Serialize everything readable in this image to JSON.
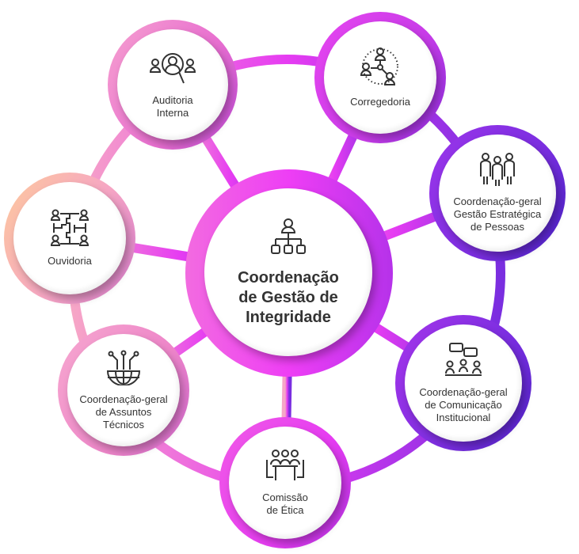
{
  "center": {
    "label": "Coordenação\nde Gestão de\nIntegridade",
    "icon": "org-chart-icon"
  },
  "nodes": [
    {
      "id": "auditoria",
      "label": "Auditoria\nInterna",
      "icon": "audit-search-people-icon"
    },
    {
      "id": "corregedoria",
      "label": "Corregedoria",
      "icon": "network-people-icon"
    },
    {
      "id": "pessoas",
      "label": "Coordenação-geral\nGestão Estratégica\nde Pessoas",
      "icon": "group-people-icon"
    },
    {
      "id": "comunicacao",
      "label": "Coordenação-geral\nde Comunicação\nInstitucional",
      "icon": "meeting-chat-icon"
    },
    {
      "id": "etica",
      "label": "Comissão\nde Ética",
      "icon": "table-meeting-icon"
    },
    {
      "id": "tecnicos",
      "label": "Coordenação-geral\nde Assuntos\nTécnicos",
      "icon": "globe-circuit-icon"
    },
    {
      "id": "ouvidoria",
      "label": "Ouvidoria",
      "icon": "puzzle-people-icon"
    }
  ],
  "colors": {
    "pink": "#f48cc4",
    "magenta": "#e63cf2",
    "purple": "#7a2ee0",
    "peach": "#fdc99c",
    "text": "#333333"
  }
}
